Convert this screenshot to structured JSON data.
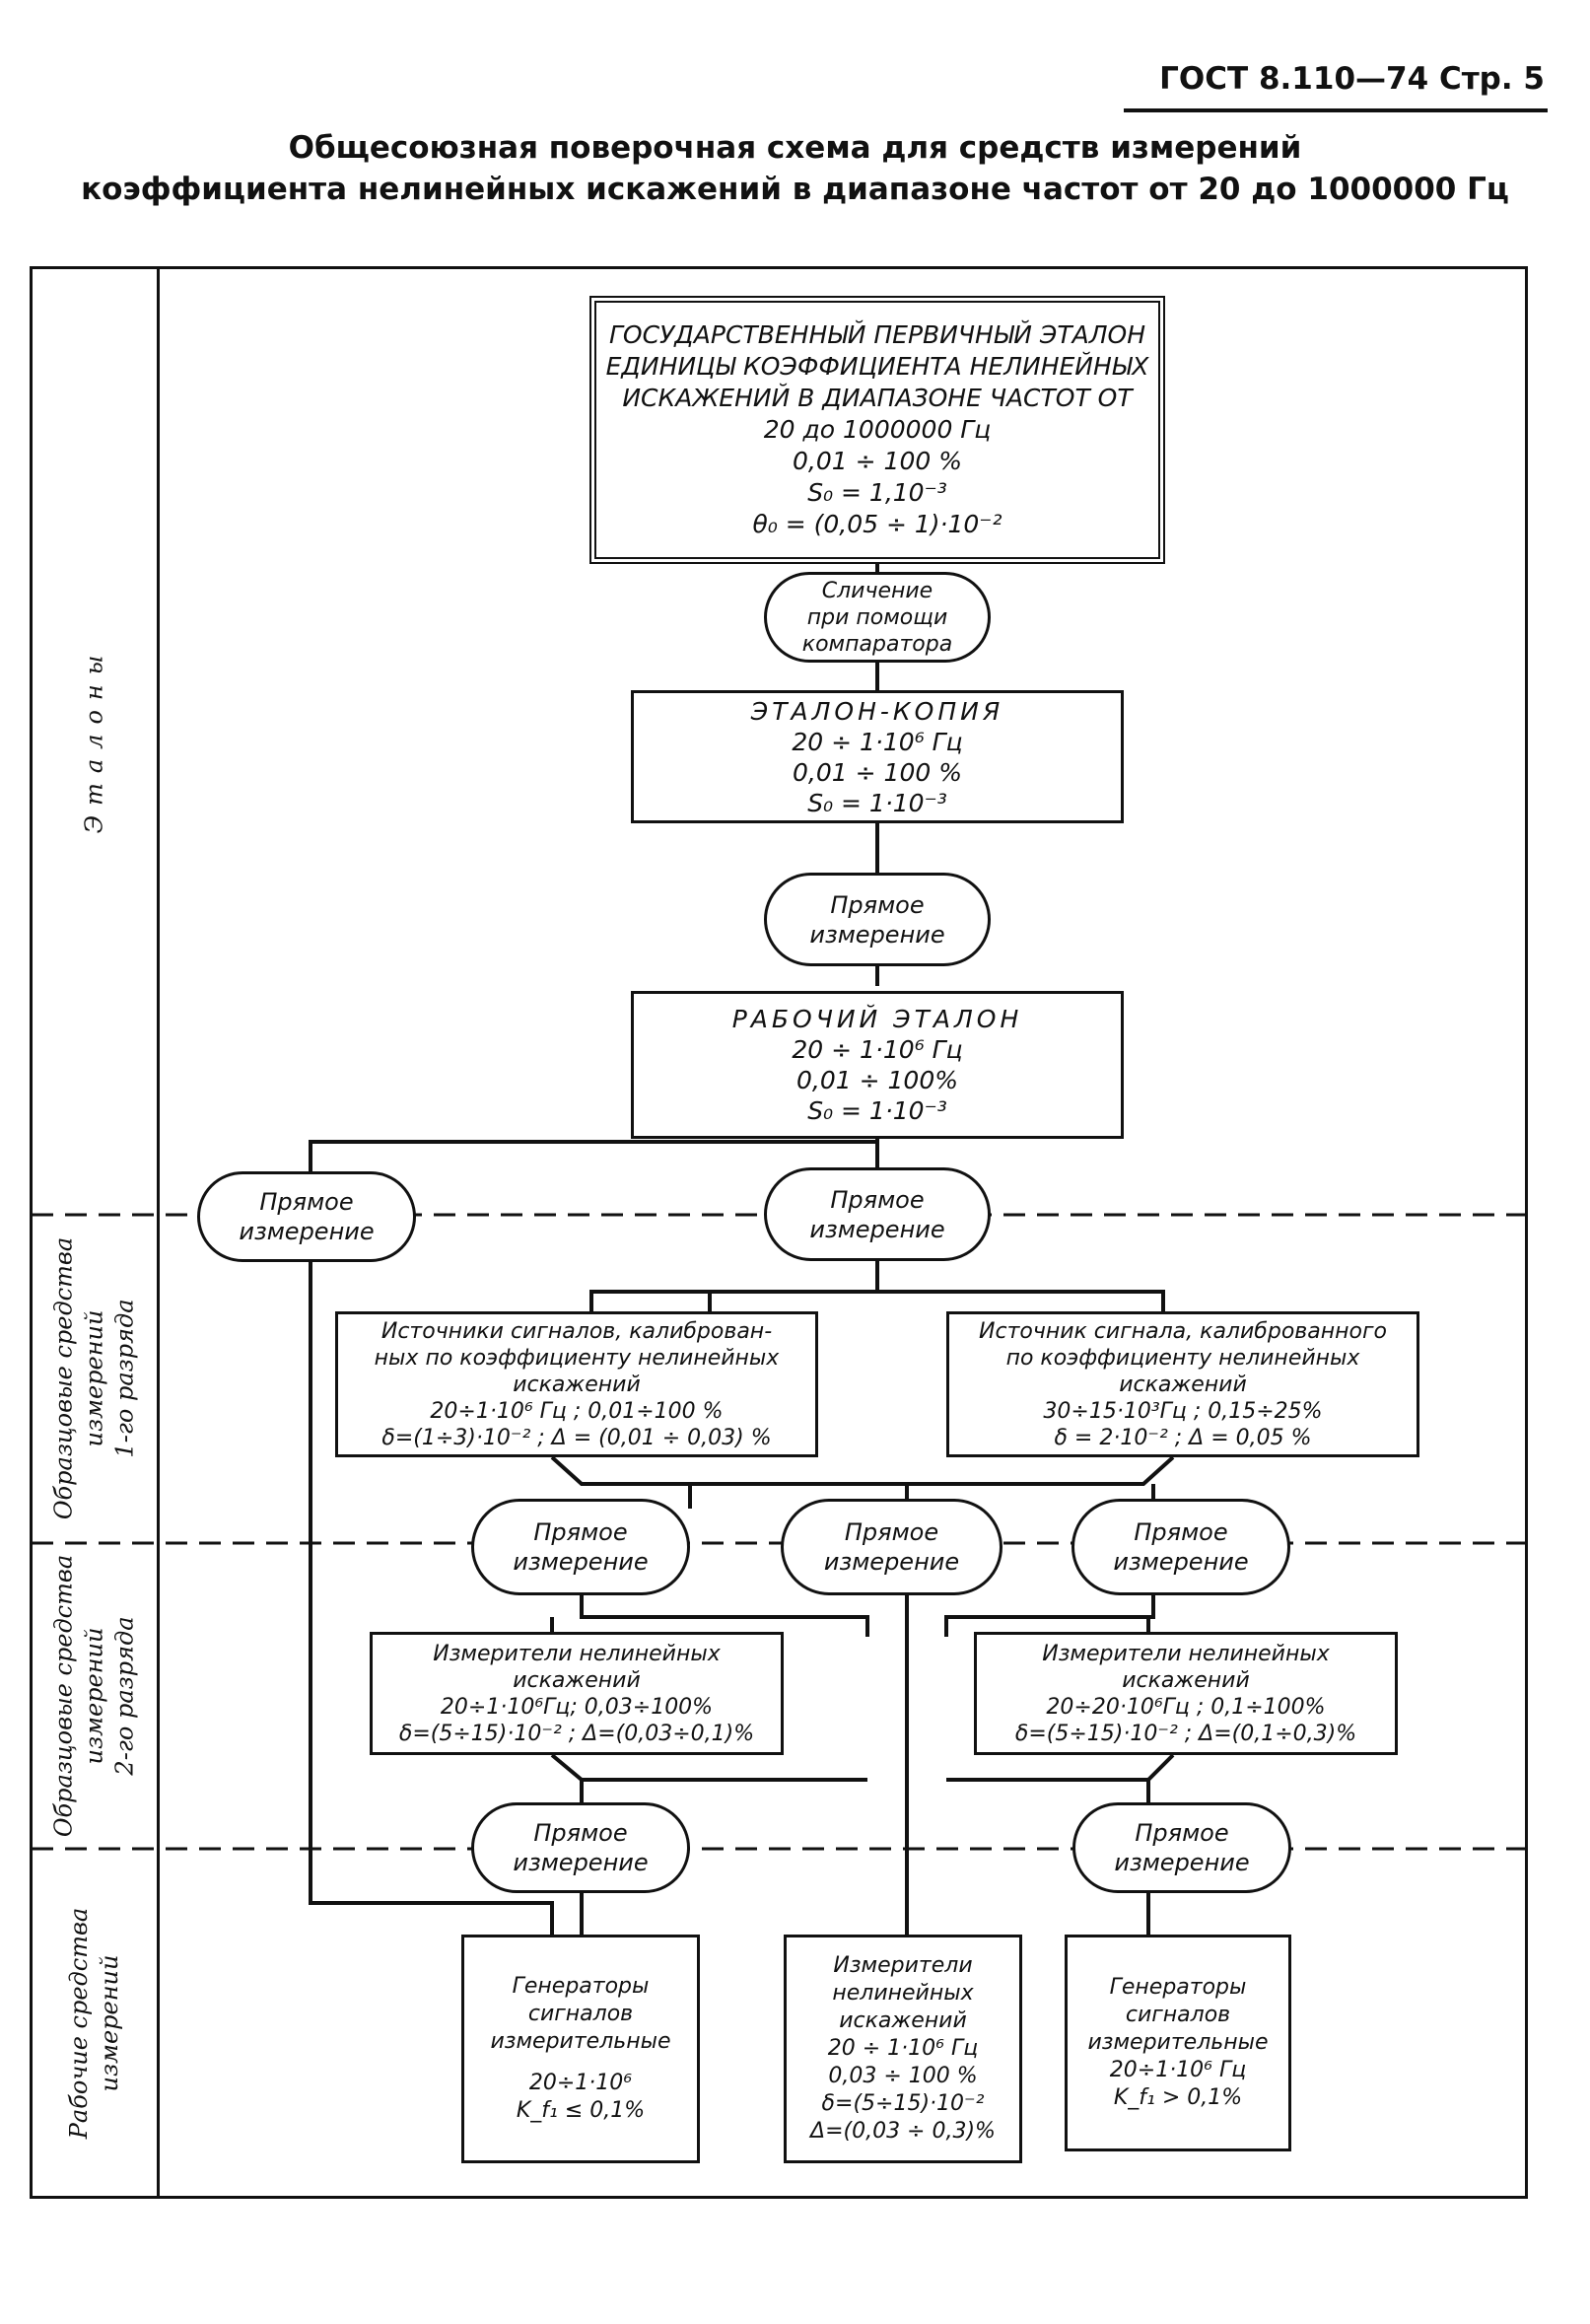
{
  "header": {
    "standard_number": "ГОСТ 8.110—74 Стр. 5"
  },
  "title": {
    "line1": "Общесоюзная поверочная схема для средств измерений",
    "line2": "коэффициента нелинейных искажений в диапазоне частот  от 20 до 1000000 Гц"
  },
  "bands": [
    {
      "label_lines": [
        "Эталоны"
      ]
    },
    {
      "label_lines": [
        "Образцовые средства",
        "измерений",
        "1-го разряда"
      ]
    },
    {
      "label_lines": [
        "Образцовые средства",
        "измерений",
        "2-го разряда"
      ]
    },
    {
      "label_lines": [
        "Рабочие средства",
        "измерений"
      ]
    }
  ],
  "nodes": {
    "primary_standard": [
      "ГОСУДАРСТВЕННЫЙ ПЕРВИЧНЫЙ ЭТАЛОН",
      "ЕДИНИЦЫ КОЭФФИЦИЕНТА НЕЛИНЕЙНЫХ",
      "ИСКАЖЕНИЙ В ДИАПАЗОНЕ ЧАСТОТ ОТ",
      "20  до   1000000 Гц",
      "0,01 ÷ 100 %",
      "S₀ = 1,10⁻³",
      "θ₀ = (0,05 ÷ 1)·10⁻²"
    ],
    "comparison": [
      "Сличение",
      "при помощи",
      "компаратора"
    ],
    "copy_standard": [
      "ЭТАЛОН-КОПИЯ",
      "20 ÷ 1·10⁶ Гц",
      "0,01 ÷ 100 %",
      "S₀ = 1·10⁻³"
    ],
    "direct_1": [
      "Прямое",
      "измерение"
    ],
    "working_standard": [
      "РАБОЧИЙ ЭТАЛОН",
      "20 ÷ 1·10⁶ Гц",
      "0,01 ÷ 100%",
      "S₀ = 1·10⁻³"
    ],
    "direct_left": [
      "Прямое",
      "измерение"
    ],
    "direct_center": [
      "Прямое",
      "измерение"
    ],
    "sources_left": [
      "Источники сигналов, калиброван-",
      "ных по коэффициенту нелинейных",
      "искажений",
      "20÷1·10⁶ Гц ; 0,01÷100 %",
      "δ=(1÷3)·10⁻² ; Δ = (0,01 ÷ 0,03) %"
    ],
    "source_right": [
      "Источник сигнала, калиброванного",
      "по коэффициенту нелинейных",
      "искажений",
      "30÷15·10³Гц ;  0,15÷25%",
      "δ = 2·10⁻² ;   Δ = 0,05 %"
    ],
    "direct_r1_left": [
      "Прямое",
      "измерение"
    ],
    "direct_r1_center": [
      "Прямое",
      "измерение"
    ],
    "direct_r1_right": [
      "Прямое",
      "измерение"
    ],
    "meters_left": [
      "Измерители нелинейных",
      "искажений",
      "20÷1·10⁶Гц; 0,03÷100%",
      "δ=(5÷15)·10⁻² ; Δ=(0,03÷0,1)%"
    ],
    "meters_right": [
      "Измерители нелинейных",
      "искажений",
      "20÷20·10⁶Гц ; 0,1÷100%",
      "δ=(5÷15)·10⁻² ; Δ=(0,1÷0,3)%"
    ],
    "direct_r2_left": [
      "Прямое",
      "измерение"
    ],
    "direct_r2_right": [
      "Прямое",
      "измерение"
    ],
    "generators_left": [
      "Генераторы",
      "сигналов",
      "измерительные",
      "",
      "20÷1·10⁶",
      "K_f₁ ≤ 0,1%"
    ],
    "meters_work": [
      "Измерители",
      "нелинейных",
      "искажений",
      "20 ÷ 1·10⁶ Гц",
      "0,03 ÷ 100 %",
      "δ=(5÷15)·10⁻²",
      "Δ=(0,03 ÷ 0,3)%"
    ],
    "generators_right": [
      "Генераторы",
      "сигналов",
      "измерительные",
      "20÷1·10⁶ Гц",
      "K_f₁ > 0,1%"
    ]
  }
}
